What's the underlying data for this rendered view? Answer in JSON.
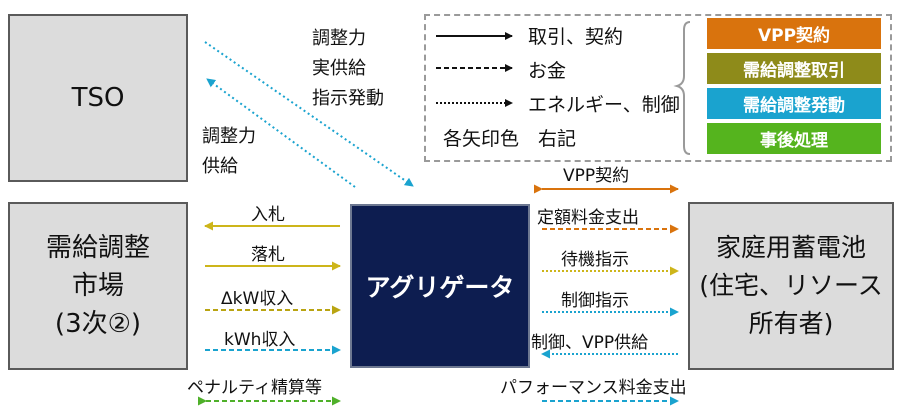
{
  "nodes": {
    "tso": "TSO",
    "market": [
      "需給調整",
      "市場",
      "(3次②)"
    ],
    "aggregator": "アグリゲータ",
    "battery": [
      "家庭用蓄電池",
      "(住宅、リソース",
      "所有者)"
    ]
  },
  "tso_labels": {
    "down": [
      "調整力",
      "実供給",
      "指示発動"
    ],
    "up": [
      "調整力",
      "供給"
    ]
  },
  "legend": {
    "solid": "取引、契約",
    "dashed": "お金",
    "dotted": "エネルギー、制御",
    "note": "各矢印色　右記"
  },
  "badges": [
    {
      "label": "VPP契約",
      "color": "#d9730d"
    },
    {
      "label": "需給調整取引",
      "color": "#8e8b1a"
    },
    {
      "label": "需給調整発動",
      "color": "#1aa3cf"
    },
    {
      "label": "事後処理",
      "color": "#55b41e"
    }
  ],
  "left_flows": [
    "入札",
    "落札",
    "ΔkW収入",
    "kWh収入",
    "ペナルティ精算等"
  ],
  "right_flows": [
    "VPP契約",
    "定額料金支出",
    "待機指示",
    "制御指示",
    "制御、VPP供給",
    "パフォーマンス料金支出"
  ]
}
